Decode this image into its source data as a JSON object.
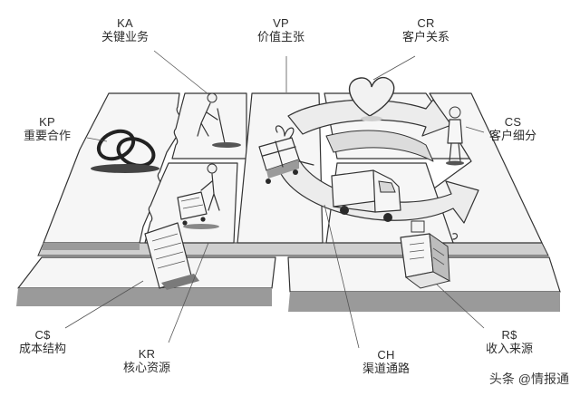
{
  "blocks": {
    "ka": {
      "code": "KA",
      "name": "关键业务"
    },
    "vp": {
      "code": "VP",
      "name": "价值主张"
    },
    "cr": {
      "code": "CR",
      "name": "客户关系"
    },
    "kp": {
      "code": "KP",
      "name": "重要合作"
    },
    "cs": {
      "code": "CS",
      "name": "客户细分"
    },
    "cost": {
      "code": "C$",
      "name": "成本结构"
    },
    "kr": {
      "code": "KR",
      "name": "核心资源"
    },
    "ch": {
      "code": "CH",
      "name": "渠道通路"
    },
    "rev": {
      "code": "R$",
      "name": "收入来源"
    }
  },
  "watermark": "头条 @情报通"
}
